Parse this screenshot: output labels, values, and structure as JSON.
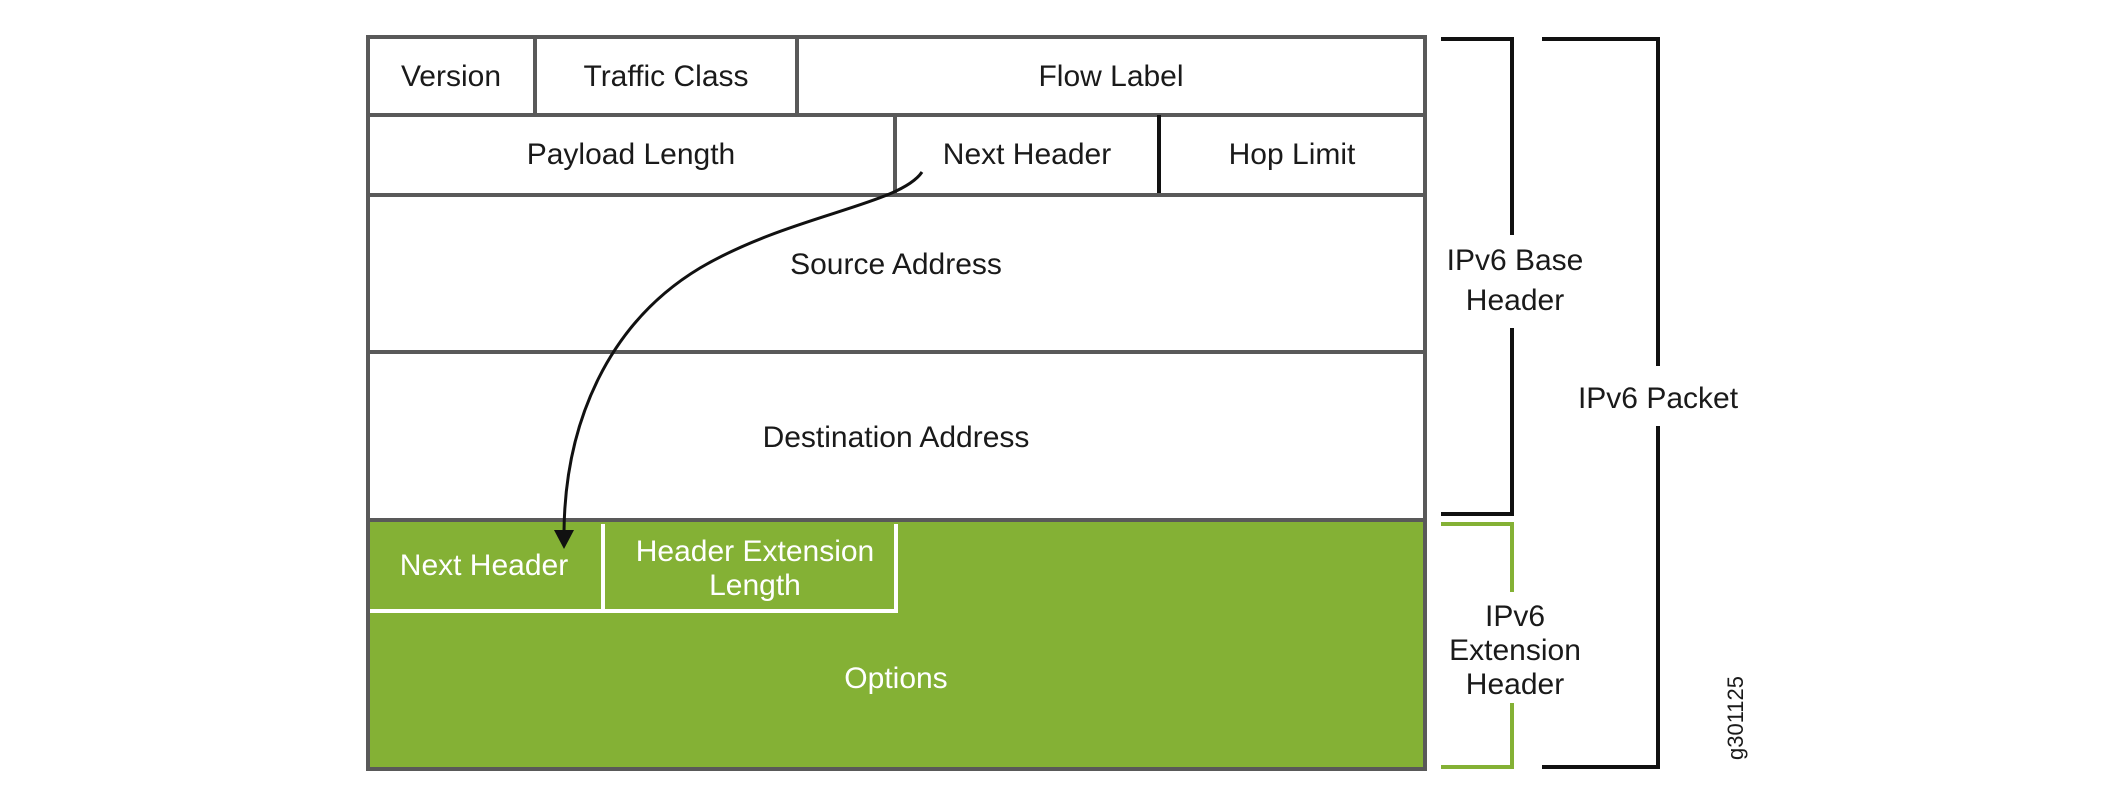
{
  "base_header": {
    "row1": {
      "version": "Version",
      "traffic_class": "Traffic Class",
      "flow_label": "Flow Label"
    },
    "row2": {
      "payload_length": "Payload Length",
      "next_header": "Next Header",
      "hop_limit": "Hop Limit"
    },
    "source_address": "Source Address",
    "destination_address": "Destination Address"
  },
  "extension_header": {
    "next_header": "Next Header",
    "header_ext_length_line1": "Header Extension",
    "header_ext_length_line2": "Length",
    "options": "Options"
  },
  "brackets": {
    "base_label_line1": "IPv6 Base",
    "base_label_line2": "Header",
    "ext_label_line1": "IPv6",
    "ext_label_line2": "Extension",
    "ext_label_line3": "Header",
    "packet_label": "IPv6 Packet"
  },
  "figure_id": "g301125",
  "colors": {
    "extension_fill": "#84b135",
    "border": "#595959",
    "bracket_black": "#111111",
    "bracket_green": "#84b135"
  }
}
